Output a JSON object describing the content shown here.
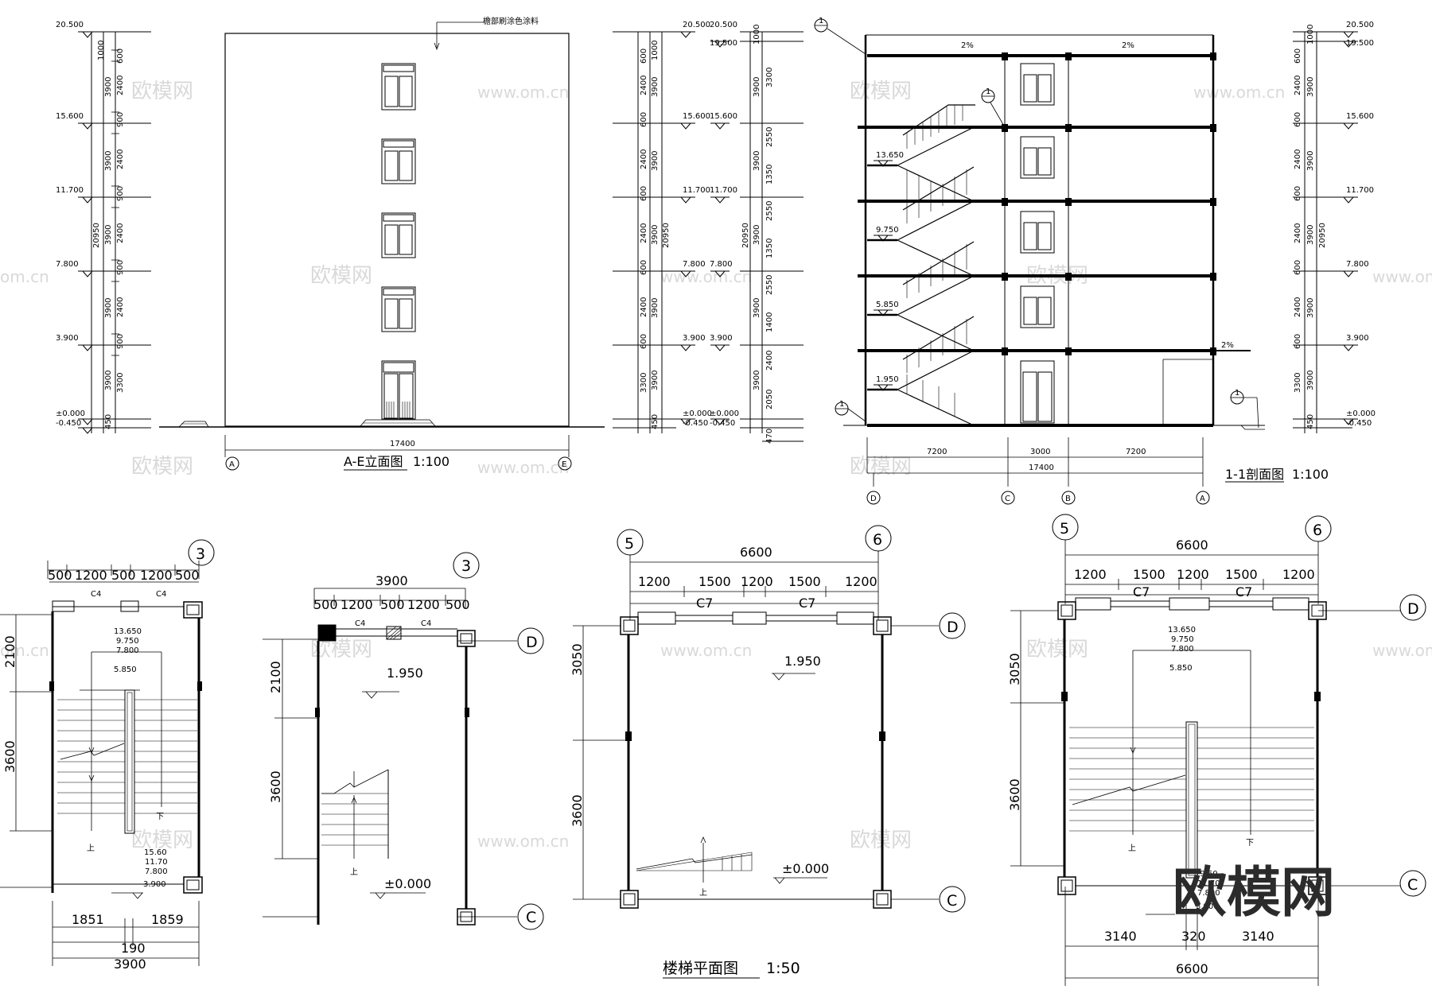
{
  "titles": {
    "elevation": "A-E立面图",
    "elevation_scale": "1:100",
    "section": "1-1剖面图",
    "section_scale": "1:100",
    "stair_plan": "楼梯平面图",
    "stair_plan_scale": "1:50"
  },
  "levels": {
    "l20500": "20.500",
    "l19500": "19.500",
    "l15600": "15.600",
    "l11700": "11.700",
    "l7800": "7.800",
    "l3900": "3.900",
    "l0": "±0.000",
    "lm450": "-0.450",
    "l13650": "13.650",
    "l9750": "9.750",
    "l5850": "5.850",
    "l1950": "1.950"
  },
  "dims": {
    "d1000": "1000",
    "d600": "600",
    "d3900": "3900",
    "d2400": "2400",
    "d900": "900",
    "d20950": "20950",
    "d3300": "3300",
    "d450": "450",
    "d470": "470",
    "d2550": "2550",
    "d1350": "1350",
    "d1400": "1400",
    "d2050": "2050",
    "d17400": "17400",
    "d7200": "7200",
    "d3000": "3000",
    "d500": "500",
    "d1200": "1200",
    "d2100": "2100",
    "d3600": "3600",
    "d1851": "1851",
    "d1859": "1859",
    "d190": "190",
    "d6600": "6600",
    "d1500": "1500",
    "d3050": "3050",
    "d3140": "3140",
    "d320": "320",
    "slope": "2%"
  },
  "axes": {
    "A": "A",
    "B": "B",
    "C": "C",
    "D": "D",
    "E": "E",
    "n3": "3",
    "n5": "5",
    "n6": "6",
    "n1": "1"
  },
  "marks": {
    "C4": "C4",
    "C7": "C7",
    "up": "上",
    "down": "下",
    "note_roof": "檐部刷涂色涂料"
  },
  "stack_plan1": [
    "13.650",
    "9.750",
    "7.800",
    "5.850"
  ],
  "stack_plan1_bottom": [
    "15.60",
    "11.70",
    "7.800",
    "3.900"
  ],
  "stack_plan4": [
    "13.650",
    "9.750",
    "7.800",
    "5.850"
  ],
  "stack_plan4_bottom": [
    "19.60",
    "11.70",
    "7.800",
    "3.900"
  ],
  "watermark": {
    "brand": "欧模网",
    "url": "www.om.cn",
    "url_partial": "om.cn"
  }
}
